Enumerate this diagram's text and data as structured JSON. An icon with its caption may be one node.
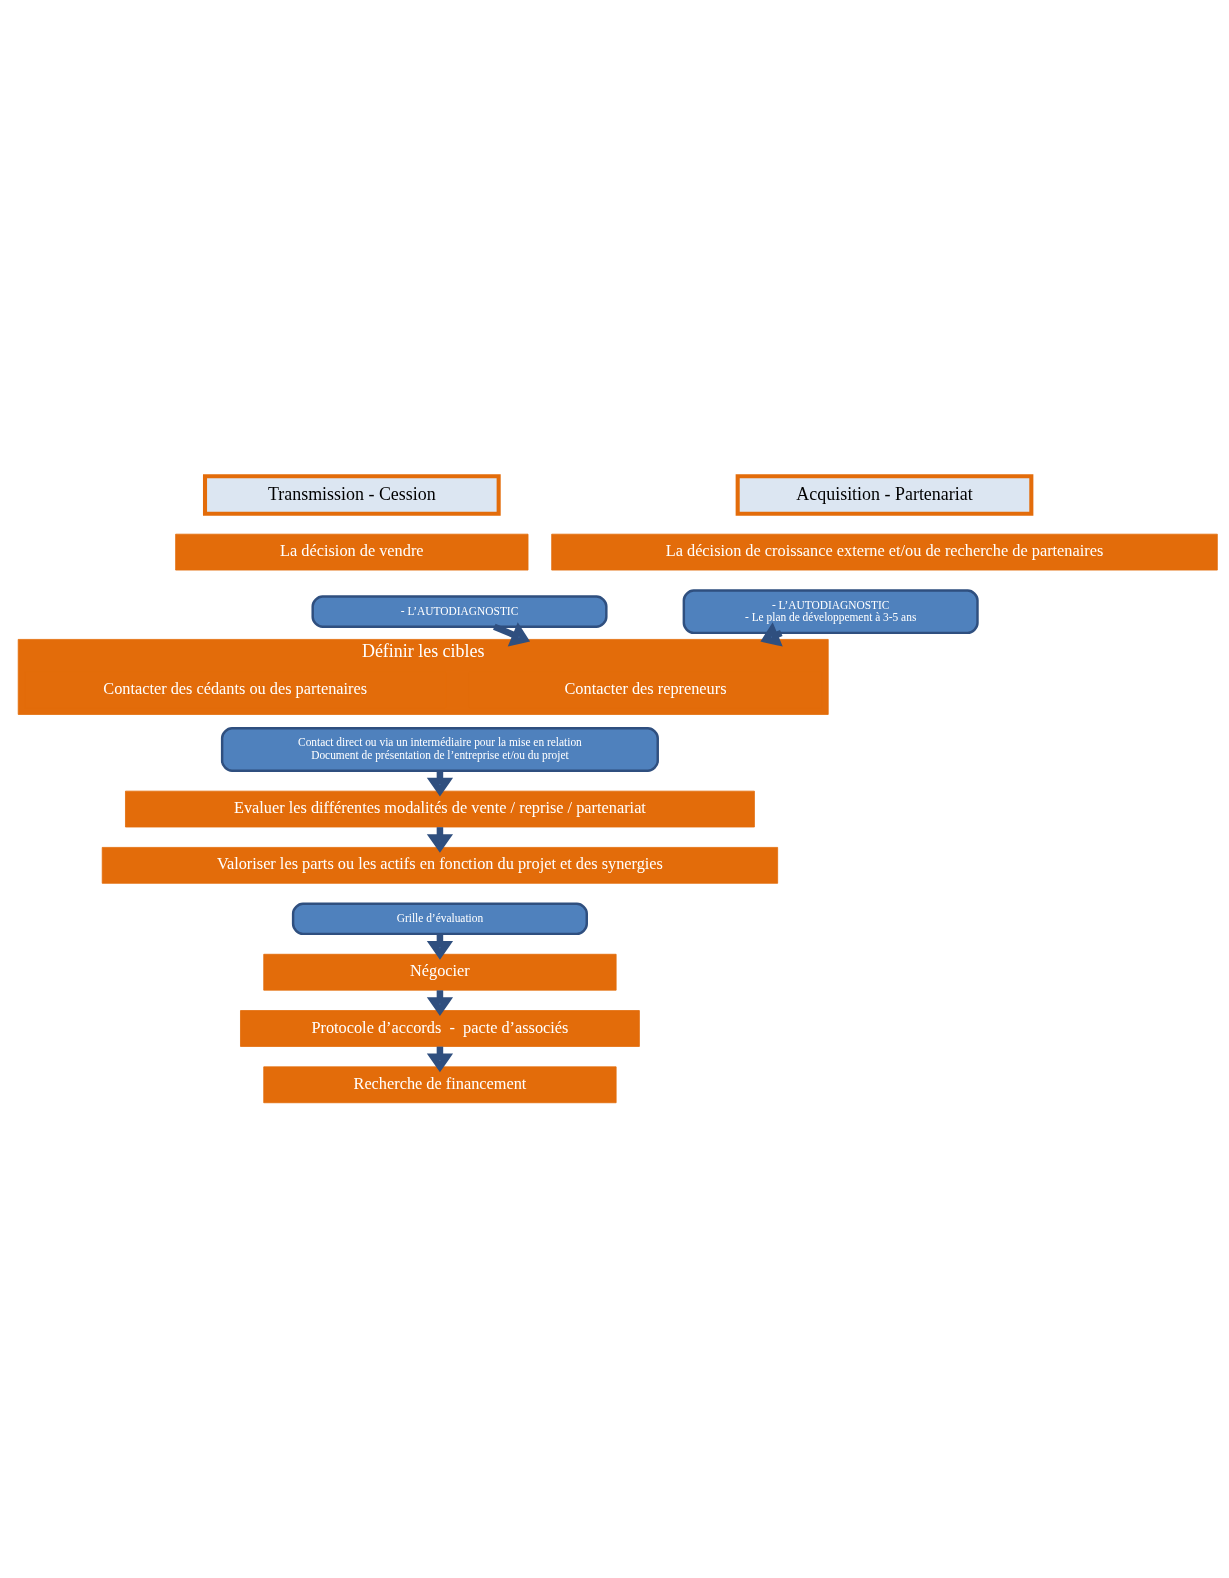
{
  "diagram": {
    "nodes": [
      {
        "text": [
          "Transmission - Cession"
        ]
      },
      {
        "text": [
          "Acquisition - Partenariat"
        ]
      },
      {
        "text": [
          "La décision de vendre"
        ]
      },
      {
        "text": [
          "La décision de croissance externe et/ou de recherche de partenaires"
        ]
      },
      {
        "text": [
          "- L’AUTODIAGNOSTIC"
        ]
      },
      {
        "text": [
          "- L’AUTODIAGNOSTIC",
          "- Le plan de développement à 3-5 ans"
        ]
      },
      {
        "text": [
          "Définir les cibles"
        ]
      },
      {
        "text": [
          "Contacter des repreneurs"
        ],
        "in": 6
      },
      {
        "text": [
          "Contacter des cédants ou des partenaires"
        ],
        "in": 6
      },
      {
        "text": [
          "Contact direct ou via un intermédiaire pour la mise en relation",
          "Document de présentation de l’entreprise et/ou du projet"
        ]
      },
      {
        "text": [
          "Evaluer les différentes modalités de vente / reprise / partenariat"
        ]
      },
      {
        "text": [
          "Valoriser les parts ou les actifs en fonction du projet et des synergies"
        ]
      },
      {
        "text": [
          "Grille d’évaluation"
        ]
      },
      {
        "text": [
          "Négocier"
        ]
      },
      {
        "text": [
          "Protocole d’accords  -  pacte d’associés"
        ]
      },
      {
        "text": [
          "Recherche de financement"
        ]
      }
    ],
    "edges": [
      {
        "from": 4,
        "to": 6,
        "arrow": "to"
      },
      {
        "from": 5,
        "to": 6,
        "arrow": "to"
      },
      {
        "from": 9,
        "to": 10,
        "arrow": "to"
      },
      {
        "from": 10,
        "to": 11,
        "arrow": "to"
      },
      {
        "from": 12,
        "to": 13,
        "arrow": "to"
      },
      {
        "from": 13,
        "to": 14,
        "arrow": "to"
      },
      {
        "from": 14,
        "to": 15,
        "arrow": "to"
      }
    ]
  }
}
